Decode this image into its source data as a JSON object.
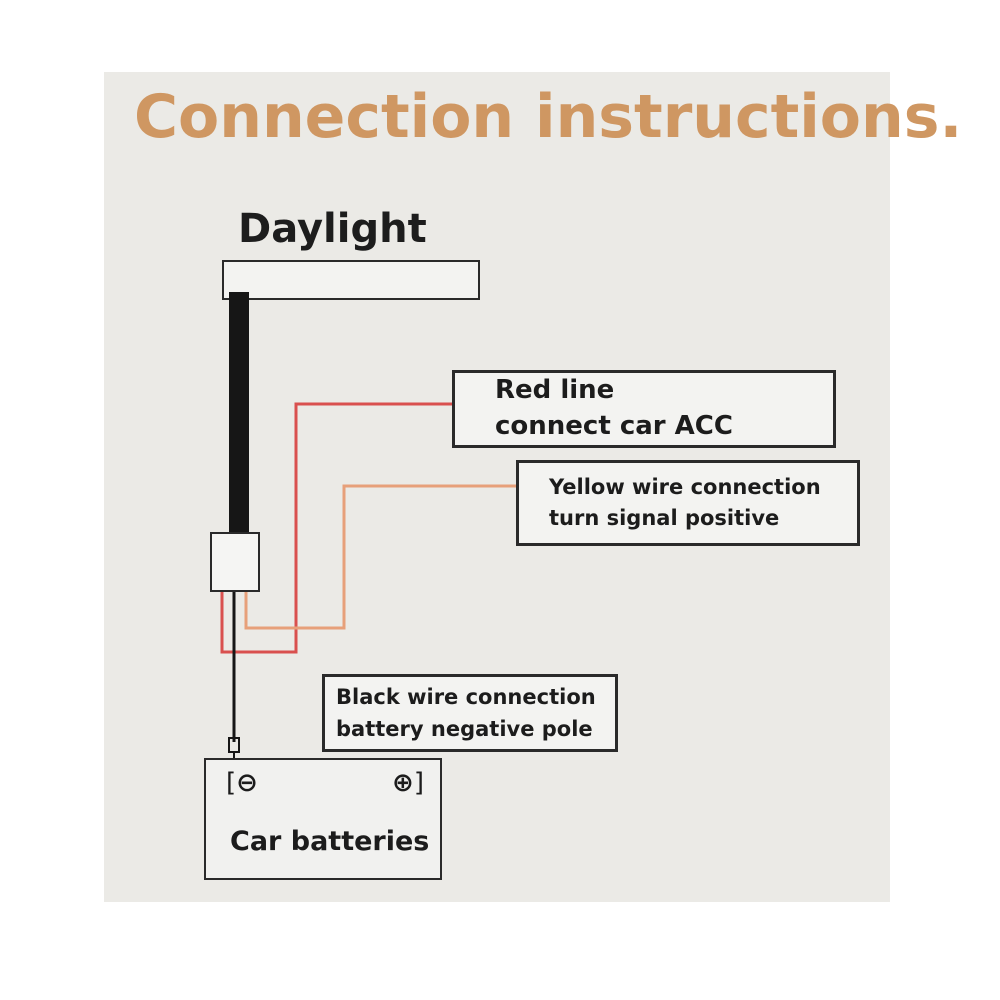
{
  "title": "Connection instructions.",
  "lamp": {
    "label": "Daylight"
  },
  "red_label": {
    "line1": "Red line",
    "line2": "connect car ACC"
  },
  "yellow_label": {
    "line1": "Yellow wire connection",
    "line2": "turn signal positive"
  },
  "black_label": {
    "line1": "Black wire connection",
    "line2": "battery negative pole"
  },
  "battery": {
    "label": "Car batteries",
    "negative": "⊖",
    "positive": "⊕"
  },
  "colors": {
    "title": "#cf9762",
    "red_wire": "#d9504e",
    "yellow_wire": "#e7a07a",
    "black_wire": "#161616",
    "paper": "#ebeae6"
  }
}
